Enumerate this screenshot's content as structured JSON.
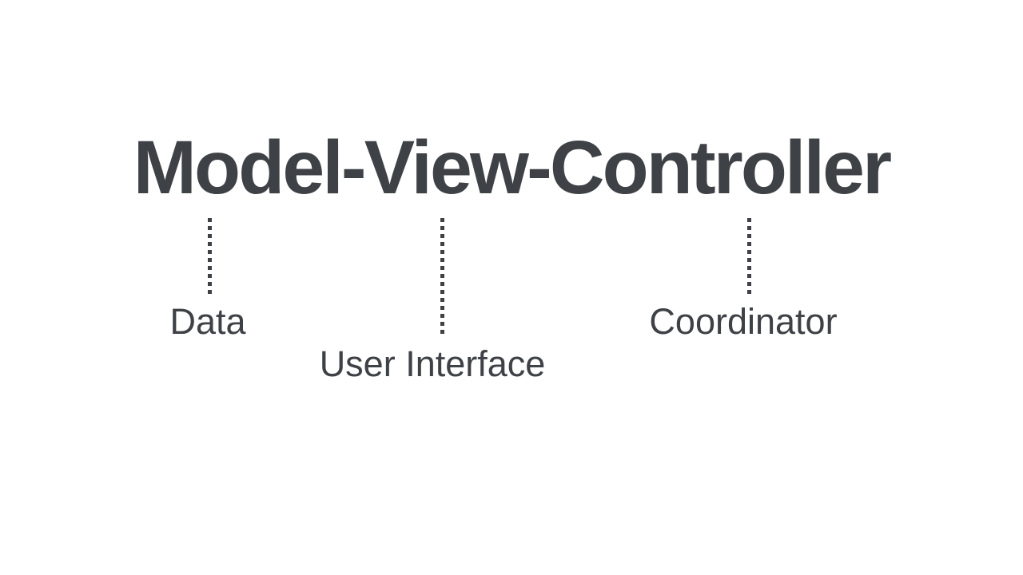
{
  "slide": {
    "title": "Model-View-Controller",
    "colors": {
      "text": "#3e4146",
      "background": "#ffffff"
    },
    "annotations": [
      {
        "term": "Model",
        "label": "Data"
      },
      {
        "term": "View",
        "label": "User Interface"
      },
      {
        "term": "Controller",
        "label": "Coordinator"
      }
    ]
  }
}
